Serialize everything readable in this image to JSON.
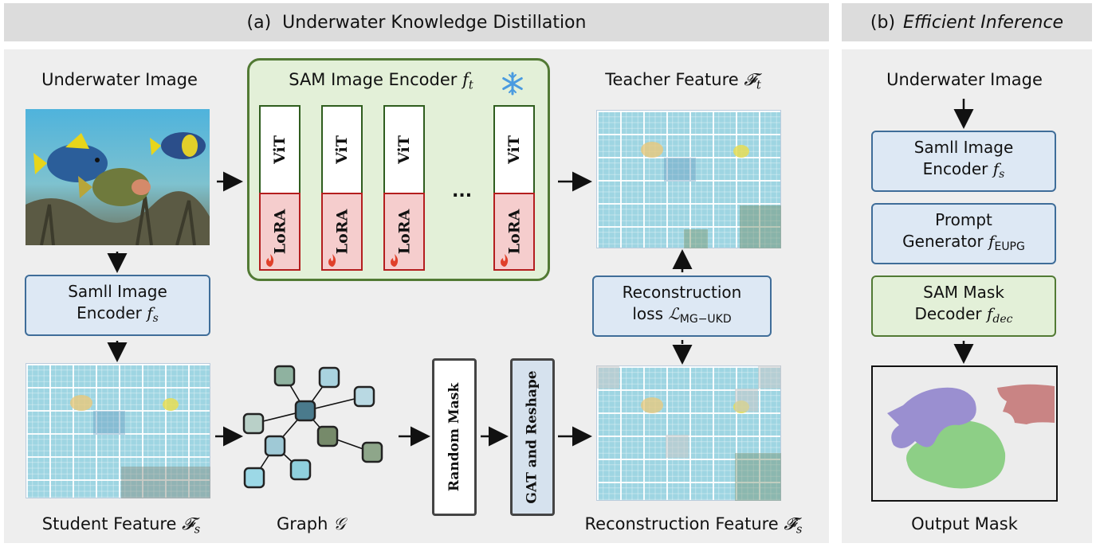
{
  "panel_a": {
    "title": "(a)  Underwater Knowledge Distillation",
    "underwater_image_label": "Underwater Image",
    "sam_encoder": {
      "title": "SAM Image Encoder",
      "symbol": "𝑓",
      "symbol_sub": "t",
      "vit_label": "ViT",
      "lora_label": "LoRA",
      "ellipsis": "...",
      "frozen_icon": "snowflake-icon",
      "trainable_icon": "flame-icon"
    },
    "teacher_feature_label": "Teacher Feature",
    "teacher_symbol": "𝓕",
    "teacher_sub": "t",
    "small_encoder": {
      "line1": "Samll Image",
      "line2": "Encoder",
      "symbol": "𝑓",
      "symbol_sub": "s"
    },
    "reconstruction_loss": {
      "line1": "Reconstruction",
      "line2": "loss",
      "symbol": "ℒ",
      "symbol_sub": "MG−UKD"
    },
    "random_mask_label": "Random Mask",
    "gat_label": "GAT and Reshape",
    "student_feature_label": "Student Feature",
    "student_symbol": "𝓕",
    "student_sub": "s",
    "graph_label": "Graph",
    "graph_symbol": "𝒢",
    "reconstruction_feature_label": "Reconstruction Feature",
    "recon_symbol": "𝓕̂",
    "recon_sub": "s"
  },
  "panel_b": {
    "title_prefix": "(b)",
    "title": "Efficient Inference",
    "underwater_image_label": "Underwater Image",
    "small_encoder": {
      "line1": "Samll Image",
      "line2": "Encoder",
      "symbol": "𝑓",
      "symbol_sub": "s"
    },
    "prompt_generator": {
      "line1": "Prompt",
      "line2": "Generator",
      "symbol": "𝑓",
      "symbol_sub": "EUPG"
    },
    "mask_decoder": {
      "line1": "SAM Mask",
      "line2": "Decoder",
      "symbol": "𝑓",
      "symbol_sub": "dec"
    },
    "output_label": "Output Mask"
  },
  "colors": {
    "blue_box_fill": "#dde8f4",
    "blue_box_border": "#3f6d99",
    "green_box_fill": "#e3f0d8",
    "green_box_border": "#527a34",
    "lora_fill": "#f5cdcd",
    "lora_border": "#b41e1e",
    "mask_purple": "#9a8fd0",
    "mask_green": "#8dcf86",
    "mask_red": "#c98484"
  }
}
